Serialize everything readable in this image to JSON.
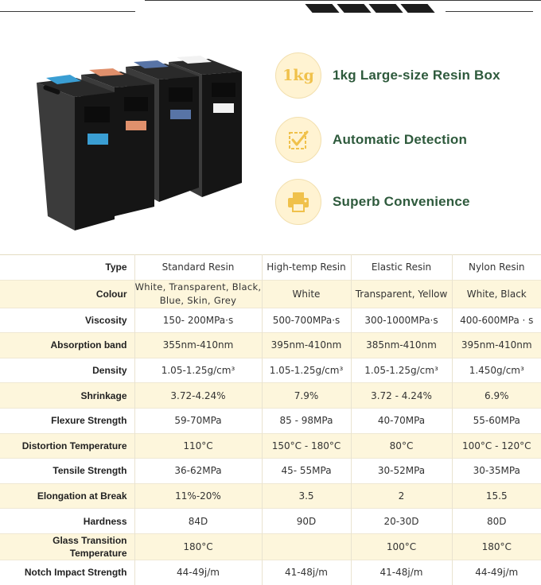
{
  "header": {
    "decoration": "stripe-banner"
  },
  "features": [
    {
      "icon": "1kg-badge-icon",
      "badge_text": "1kg",
      "label": "1kg Large-size Resin Box"
    },
    {
      "icon": "checkbox-icon",
      "label": "Automatic Detection"
    },
    {
      "icon": "printer-icon",
      "label": "Superb Convenience"
    }
  ],
  "product": {
    "boxes": 4,
    "accent_colors": [
      "#3a9ed3",
      "#e0906c",
      "#5874a6",
      "#f2f2f2"
    ]
  },
  "table": {
    "headers": [
      "Type",
      "Standard Resin",
      "High-temp Resin",
      "Elastic Resin",
      "Nylon Resin"
    ],
    "rows": [
      [
        "Colour",
        "White, Transparent, Black, Blue, Skin, Grey",
        "White",
        "Transparent, Yellow",
        "White, Black"
      ],
      [
        "Viscosity",
        "150- 200MPa·s",
        "500-700MPa·s",
        "300-1000MPa·s",
        "400-600MPa · s"
      ],
      [
        "Absorption band",
        "355nm-410nm",
        "395nm-410nm",
        "385nm-410nm",
        "395nm-410nm"
      ],
      [
        "Density",
        "1.05-1.25g/cm³",
        "1.05-1.25g/cm³",
        "1.05-1.25g/cm³",
        "1.450g/cm³"
      ],
      [
        "Shrinkage",
        "3.72-4.24%",
        "7.9%",
        "3.72 - 4.24%",
        "6.9%"
      ],
      [
        "Flexure Strength",
        "59-70MPa",
        "85 - 98MPa",
        "40-70MPa",
        "55-60MPa"
      ],
      [
        "Distortion Temperature",
        "110°C",
        "150°C - 180°C",
        "80°C",
        "100°C - 120°C"
      ],
      [
        "Tensile Strength",
        "36-62MPa",
        "45- 55MPa",
        "30-52MPa",
        "30-35MPa"
      ],
      [
        "Elongation at Break",
        "11%-20%",
        "3.5",
        "2",
        "15.5"
      ],
      [
        "Hardness",
        "84D",
        "90D",
        "20-30D",
        "80D"
      ],
      [
        "Glass Transition Temperature",
        "180°C",
        "",
        "100°C",
        "180°C"
      ],
      [
        "Notch Impact Strength",
        "44-49j/m",
        "41-48j/m",
        "41-48j/m",
        "44-49j/m"
      ]
    ]
  },
  "colors": {
    "accent_green": "#2e5a3c",
    "row_highlight": "#fdf6dc",
    "icon_yellow": "#f0c14b"
  }
}
